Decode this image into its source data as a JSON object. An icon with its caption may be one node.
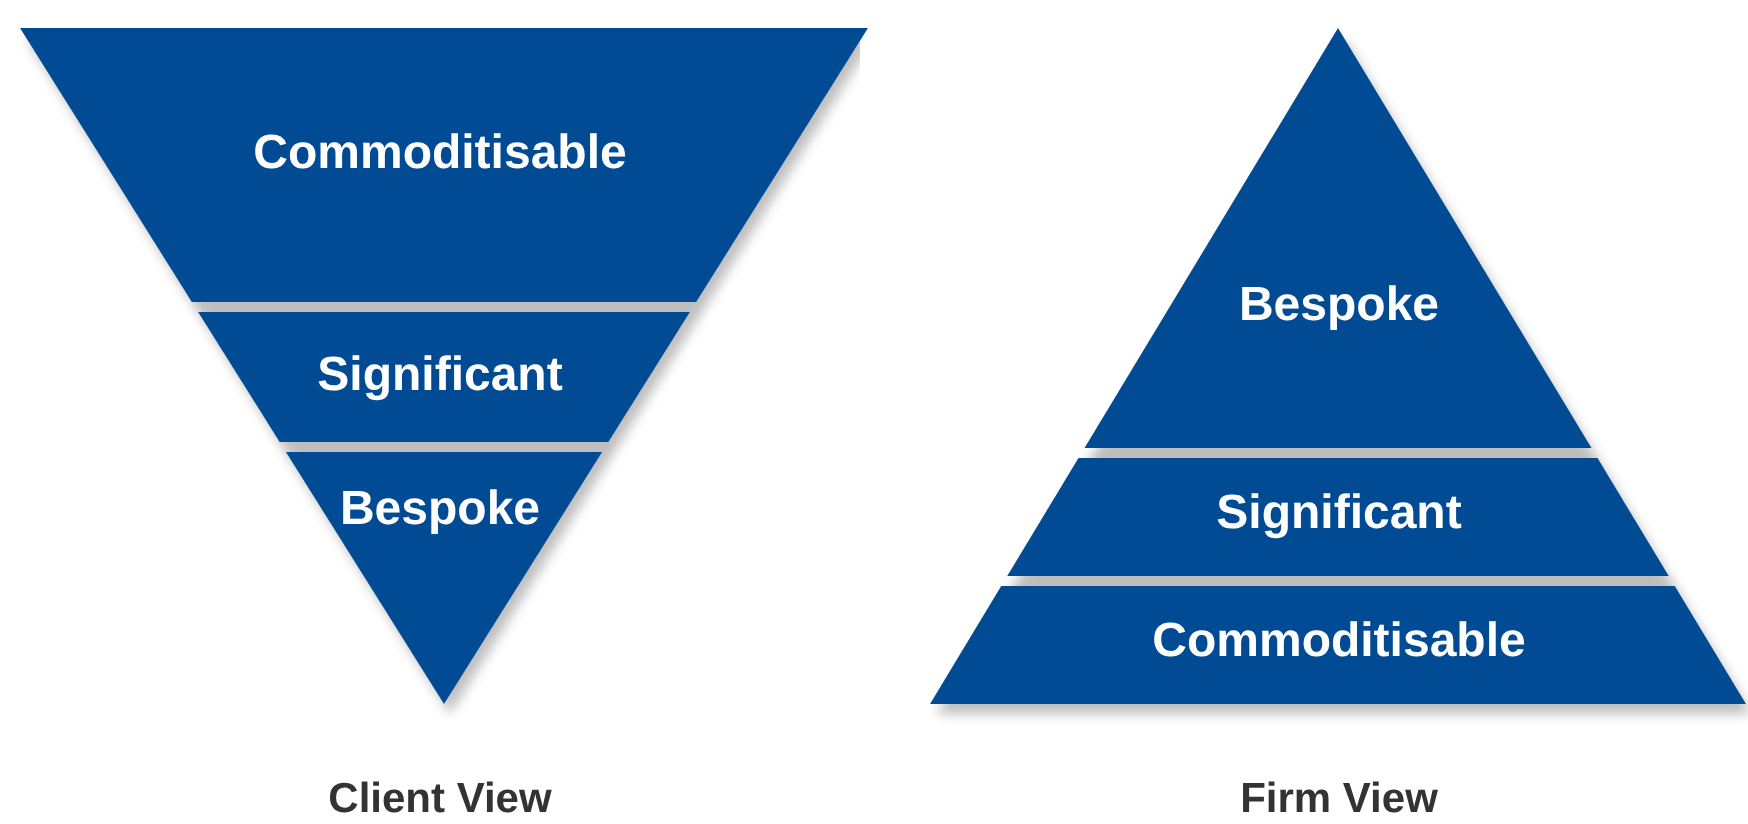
{
  "diagram": {
    "nodes": [
      {
        "text": [
          "Client View"
        ]
      },
      {
        "text": [
          "Commoditisable"
        ],
        "in": 0
      },
      {
        "text": [
          "Significant"
        ],
        "in": 0
      },
      {
        "text": [
          "Bespoke"
        ],
        "in": 0
      },
      {
        "text": [
          "Firm View"
        ]
      },
      {
        "text": [
          "Bespoke"
        ],
        "in": 4
      },
      {
        "text": [
          "Significant"
        ],
        "in": 4
      },
      {
        "text": [
          "Commoditisable"
        ],
        "in": 4
      }
    ]
  }
}
